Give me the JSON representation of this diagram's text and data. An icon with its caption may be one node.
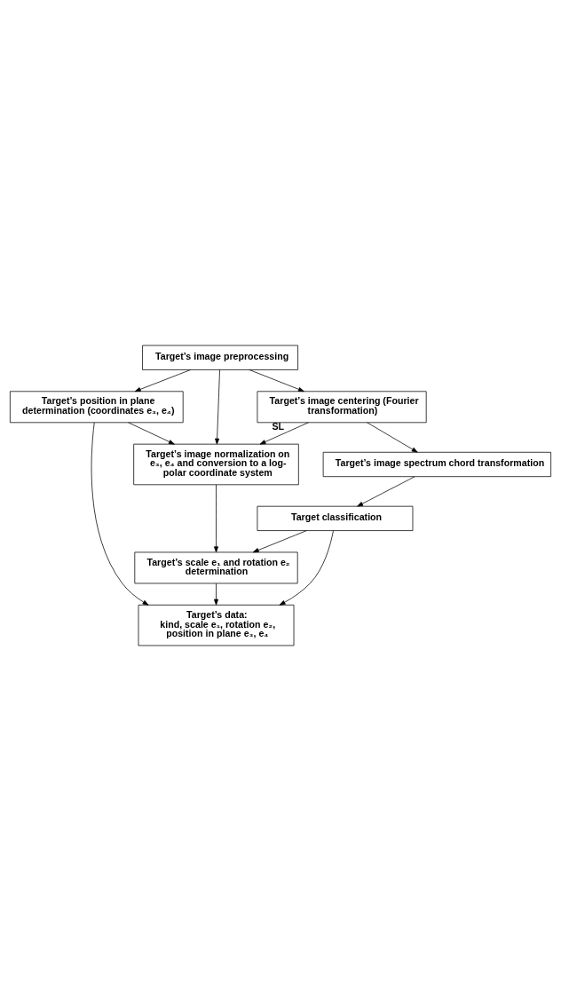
{
  "diagram": {
    "nodes": [
      {
        "text": [
          "Target’s image preprocessing"
        ]
      },
      {
        "text": [
          "Target’s position in plane determination (coordinates e₃, e₄)"
        ]
      },
      {
        "text": [
          "Target’s image centering (Fourier transformation)"
        ]
      },
      {
        "text": [
          "Target’s image spectrum chord transformation"
        ]
      },
      {
        "text": [
          "Target classification"
        ]
      },
      {
        "text": [
          "Target’s image normalization on e₃, e₄ and conversion to a log-polar coordinate system"
        ]
      },
      {
        "text": [
          "Target’s scale e₁ and rotation e₂ determination"
        ]
      },
      {
        "text": [
          "Target’s data:",
          "kind, scale e₁, rotation e₂, position in plane e₃, e₄"
        ]
      }
    ],
    "edges": [
      {
        "from": 0,
        "to": 1,
        "arrow": "to"
      },
      {
        "from": 0,
        "to": 2,
        "arrow": "to"
      },
      {
        "from": 0,
        "to": 5,
        "arrow": "to"
      },
      {
        "from": 1,
        "to": 5,
        "arrow": "to"
      },
      {
        "from": 1,
        "to": 7,
        "arrow": "to"
      },
      {
        "from": 2,
        "to": 3,
        "arrow": "to"
      },
      {
        "from": 2,
        "to": 5,
        "arrow": "to",
        "label": "SL"
      },
      {
        "from": 3,
        "to": 4,
        "arrow": "to"
      },
      {
        "from": 4,
        "to": 6,
        "arrow": "to"
      },
      {
        "from": 4,
        "to": 7,
        "arrow": "to"
      },
      {
        "from": 5,
        "to": 6,
        "arrow": "to"
      },
      {
        "from": 6,
        "to": 7,
        "arrow": "to"
      }
    ]
  }
}
